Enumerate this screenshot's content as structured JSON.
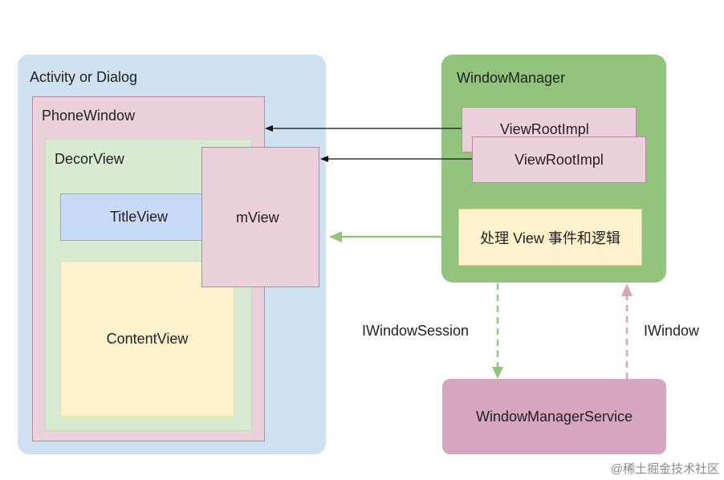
{
  "activity": {
    "label": "Activity or Dialog"
  },
  "phone_window": {
    "label": "PhoneWindow"
  },
  "decor_view": {
    "label": "DecorView"
  },
  "title_view": {
    "label": "TitleView"
  },
  "content_view": {
    "label": "ContentView"
  },
  "m_view": {
    "label": "mView"
  },
  "window_manager": {
    "label": "WindowManager",
    "view_root_impl_1": "ViewRootImpl",
    "view_root_impl_2": "ViewRootImpl",
    "handler": "处理 View 事件和逻辑"
  },
  "window_manager_service": {
    "label": "WindowManagerService"
  },
  "edges": {
    "iwindow_session": "IWindowSession",
    "iwindow": "IWindow"
  },
  "watermark": "@稀土掘金技术社区",
  "colors": {
    "activity": "#cfe0f1",
    "phone_window": "#ead1dc",
    "decor_view": "#d9ead3",
    "title_view": "#c9daf8",
    "content_view": "#fff2cc",
    "window_manager": "#93c47d",
    "window_manager_service": "#d5a6bd",
    "arrow_green": "#93c47d",
    "arrow_pink": "#d5a6bd"
  }
}
